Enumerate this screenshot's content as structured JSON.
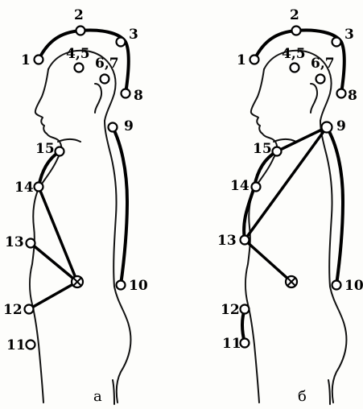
{
  "panels": [
    {
      "caption": "а",
      "labels": {
        "e1": "1",
        "e2": "2",
        "e3": "3",
        "e45": "4,5",
        "e67": "6,7",
        "e8": "8",
        "e9": "9",
        "e10": "10",
        "e11": "11",
        "e12": "12",
        "e13": "13",
        "e14": "14",
        "e15": "15"
      }
    },
    {
      "caption": "б",
      "labels": {
        "e1": "1",
        "e2": "2",
        "e3": "3",
        "e45": "4,5",
        "e67": "6,7",
        "e8": "8",
        "e9": "9",
        "e10": "10",
        "e11": "11",
        "e12": "12",
        "e13": "13",
        "e14": "14",
        "e15": "15"
      }
    }
  ]
}
